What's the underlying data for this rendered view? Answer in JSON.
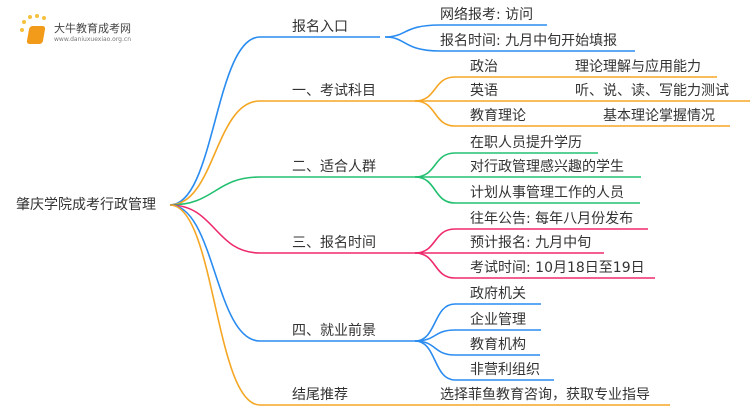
{
  "logo": {
    "title": "大牛教育成考网",
    "url": "www.daniuxuexiao.org.cn"
  },
  "root": "肇庆学院成考行政管理",
  "colors": {
    "blue": "#2a8cf0",
    "orange": "#f5a623",
    "green": "#22c070",
    "red": "#ee2a6b"
  },
  "branches": [
    {
      "label": "报名入口",
      "children": [
        "网络报考: 访问",
        "报名时间: 九月中旬开始填报"
      ]
    },
    {
      "label": "一、考试科目",
      "children": [
        {
          "subject": "政治",
          "desc": "理论理解与应用能力"
        },
        {
          "subject": "英语",
          "desc": "听、说、读、写能力测试"
        },
        {
          "subject": "教育理论",
          "desc": "基本理论掌握情况"
        }
      ]
    },
    {
      "label": "二、适合人群",
      "children": [
        "在职人员提升学历",
        "对行政管理感兴趣的学生",
        "计划从事管理工作的人员"
      ]
    },
    {
      "label": "三、报名时间",
      "children": [
        "往年公告: 每年八月份发布",
        "预计报名: 九月中旬",
        "考试时间: 10月18日至19日"
      ]
    },
    {
      "label": "四、就业前景",
      "children": [
        "政府机关",
        "企业管理",
        "教育机构",
        "非营利组织"
      ]
    },
    {
      "label": "结尾推荐",
      "children": [
        "选择菲鱼教育咨询，获取专业指导"
      ]
    }
  ]
}
